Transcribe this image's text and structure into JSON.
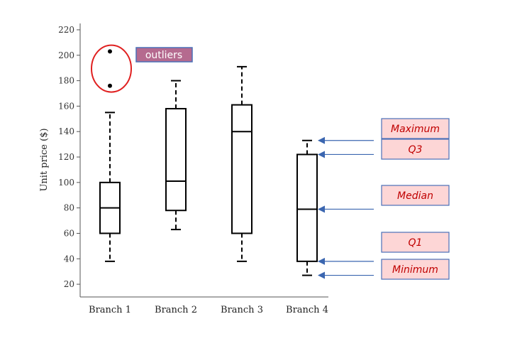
{
  "chart_data": {
    "type": "box",
    "ylabel": "Unit price ($)",
    "ylim": [
      10,
      225
    ],
    "yticks": [
      20,
      40,
      60,
      80,
      100,
      120,
      140,
      160,
      180,
      200,
      220
    ],
    "categories": [
      "Branch 1",
      "Branch 2",
      "Branch 3",
      "Branch 4"
    ],
    "boxes": [
      {
        "min": 38,
        "q1": 60,
        "median": 80,
        "q3": 100,
        "max": 155,
        "outliers": [
          176,
          203
        ]
      },
      {
        "min": 63,
        "q1": 78,
        "median": 101,
        "q3": 158,
        "max": 180,
        "outliers": []
      },
      {
        "min": 38,
        "q1": 60,
        "median": 140,
        "q3": 161,
        "max": 191,
        "outliers": []
      },
      {
        "min": 27,
        "q1": 38,
        "median": 79,
        "q3": 122,
        "max": 133,
        "outliers": []
      }
    ],
    "outlier_label": "outliers",
    "annotations": [
      "Maximum",
      "Q3",
      "Median",
      "Q1",
      "Minimum"
    ],
    "colors": {
      "box": "#000000",
      "outlier_circle": "#e02020",
      "outlier_label_bg": "#b56a8f",
      "annotation_bg": "#fdd6d6",
      "annotation_border": "#4a70b8",
      "arrow": "#3b66b0"
    }
  }
}
